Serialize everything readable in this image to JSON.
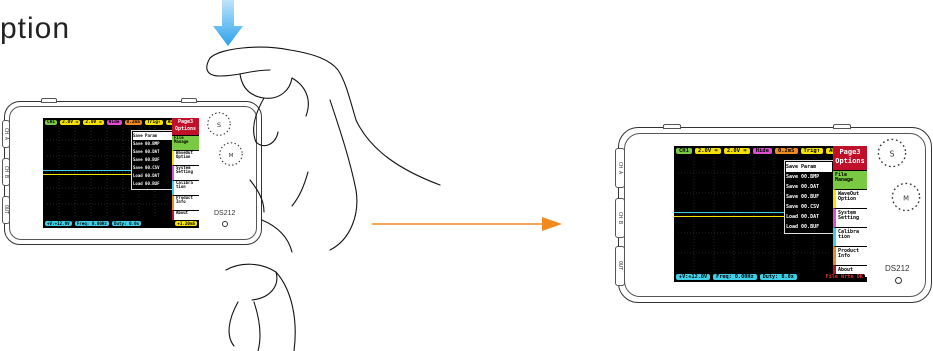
{
  "caption": "ption",
  "device": {
    "model": "DS212",
    "side_labels": [
      "CH A",
      "CH B",
      "OUT"
    ],
    "dial_labels": [
      "S",
      "M"
    ]
  },
  "screen": {
    "topbar": [
      {
        "text": "CH1",
        "bg": "#7ac943",
        "fg": "#000000"
      },
      {
        "text": "2.0V ≃",
        "bg": "#f5e200",
        "fg": "#000000"
      },
      {
        "text": "2.0V ≃",
        "bg": "#f5e200",
        "fg": "#000000"
      },
      {
        "text": "Hide",
        "bg": "#e04fd0",
        "fg": "#000000"
      },
      {
        "text": "0.2mS",
        "bg": "#f08a1e",
        "fg": "#000000"
      },
      {
        "text": "Trig↑",
        "bg": "#f5e200",
        "fg": "#000000"
      },
      {
        "text": "AUTO",
        "bg": "#f5e200",
        "fg": "#000000"
      }
    ],
    "bottombar": [
      {
        "text": "+V:+12.0V",
        "bg": "#3fd0e8",
        "fg": "#000000"
      },
      {
        "text": "Freq: 0.00Hz",
        "bg": "#3fd0e8",
        "fg": "#000000"
      },
      {
        "text": "Duty: 0.0x",
        "bg": "#3fd0e8",
        "fg": "#000000"
      }
    ],
    "bottom_right_small": "+1.20mS",
    "bottom_right_large": "File Wrte OK",
    "menu": {
      "title_line1": "Page3",
      "title_line2": "Options",
      "items": [
        {
          "line1": "File",
          "line2": "Manage",
          "bg": "#7ac943"
        },
        {
          "line1": "WaveOut",
          "line2": "Option",
          "bg": "#f5e200"
        },
        {
          "line1": "System",
          "line2": "Setting",
          "bg": "#e04fd0"
        },
        {
          "line1": "Calibra",
          "line2": "tion",
          "bg": "#3fd0e8"
        },
        {
          "line1": "Product",
          "line2": "Info",
          "bg": "#f08a1e"
        },
        {
          "line1": "About",
          "line2": "",
          "bg": "#c0102a"
        }
      ]
    },
    "popup": [
      "Save Param",
      "Save 00.BMP",
      "Save 00.DAT",
      "Save 00.BUF",
      "Save 00.CSV",
      "Load 00.DAT",
      "Load 00.BUF"
    ]
  }
}
